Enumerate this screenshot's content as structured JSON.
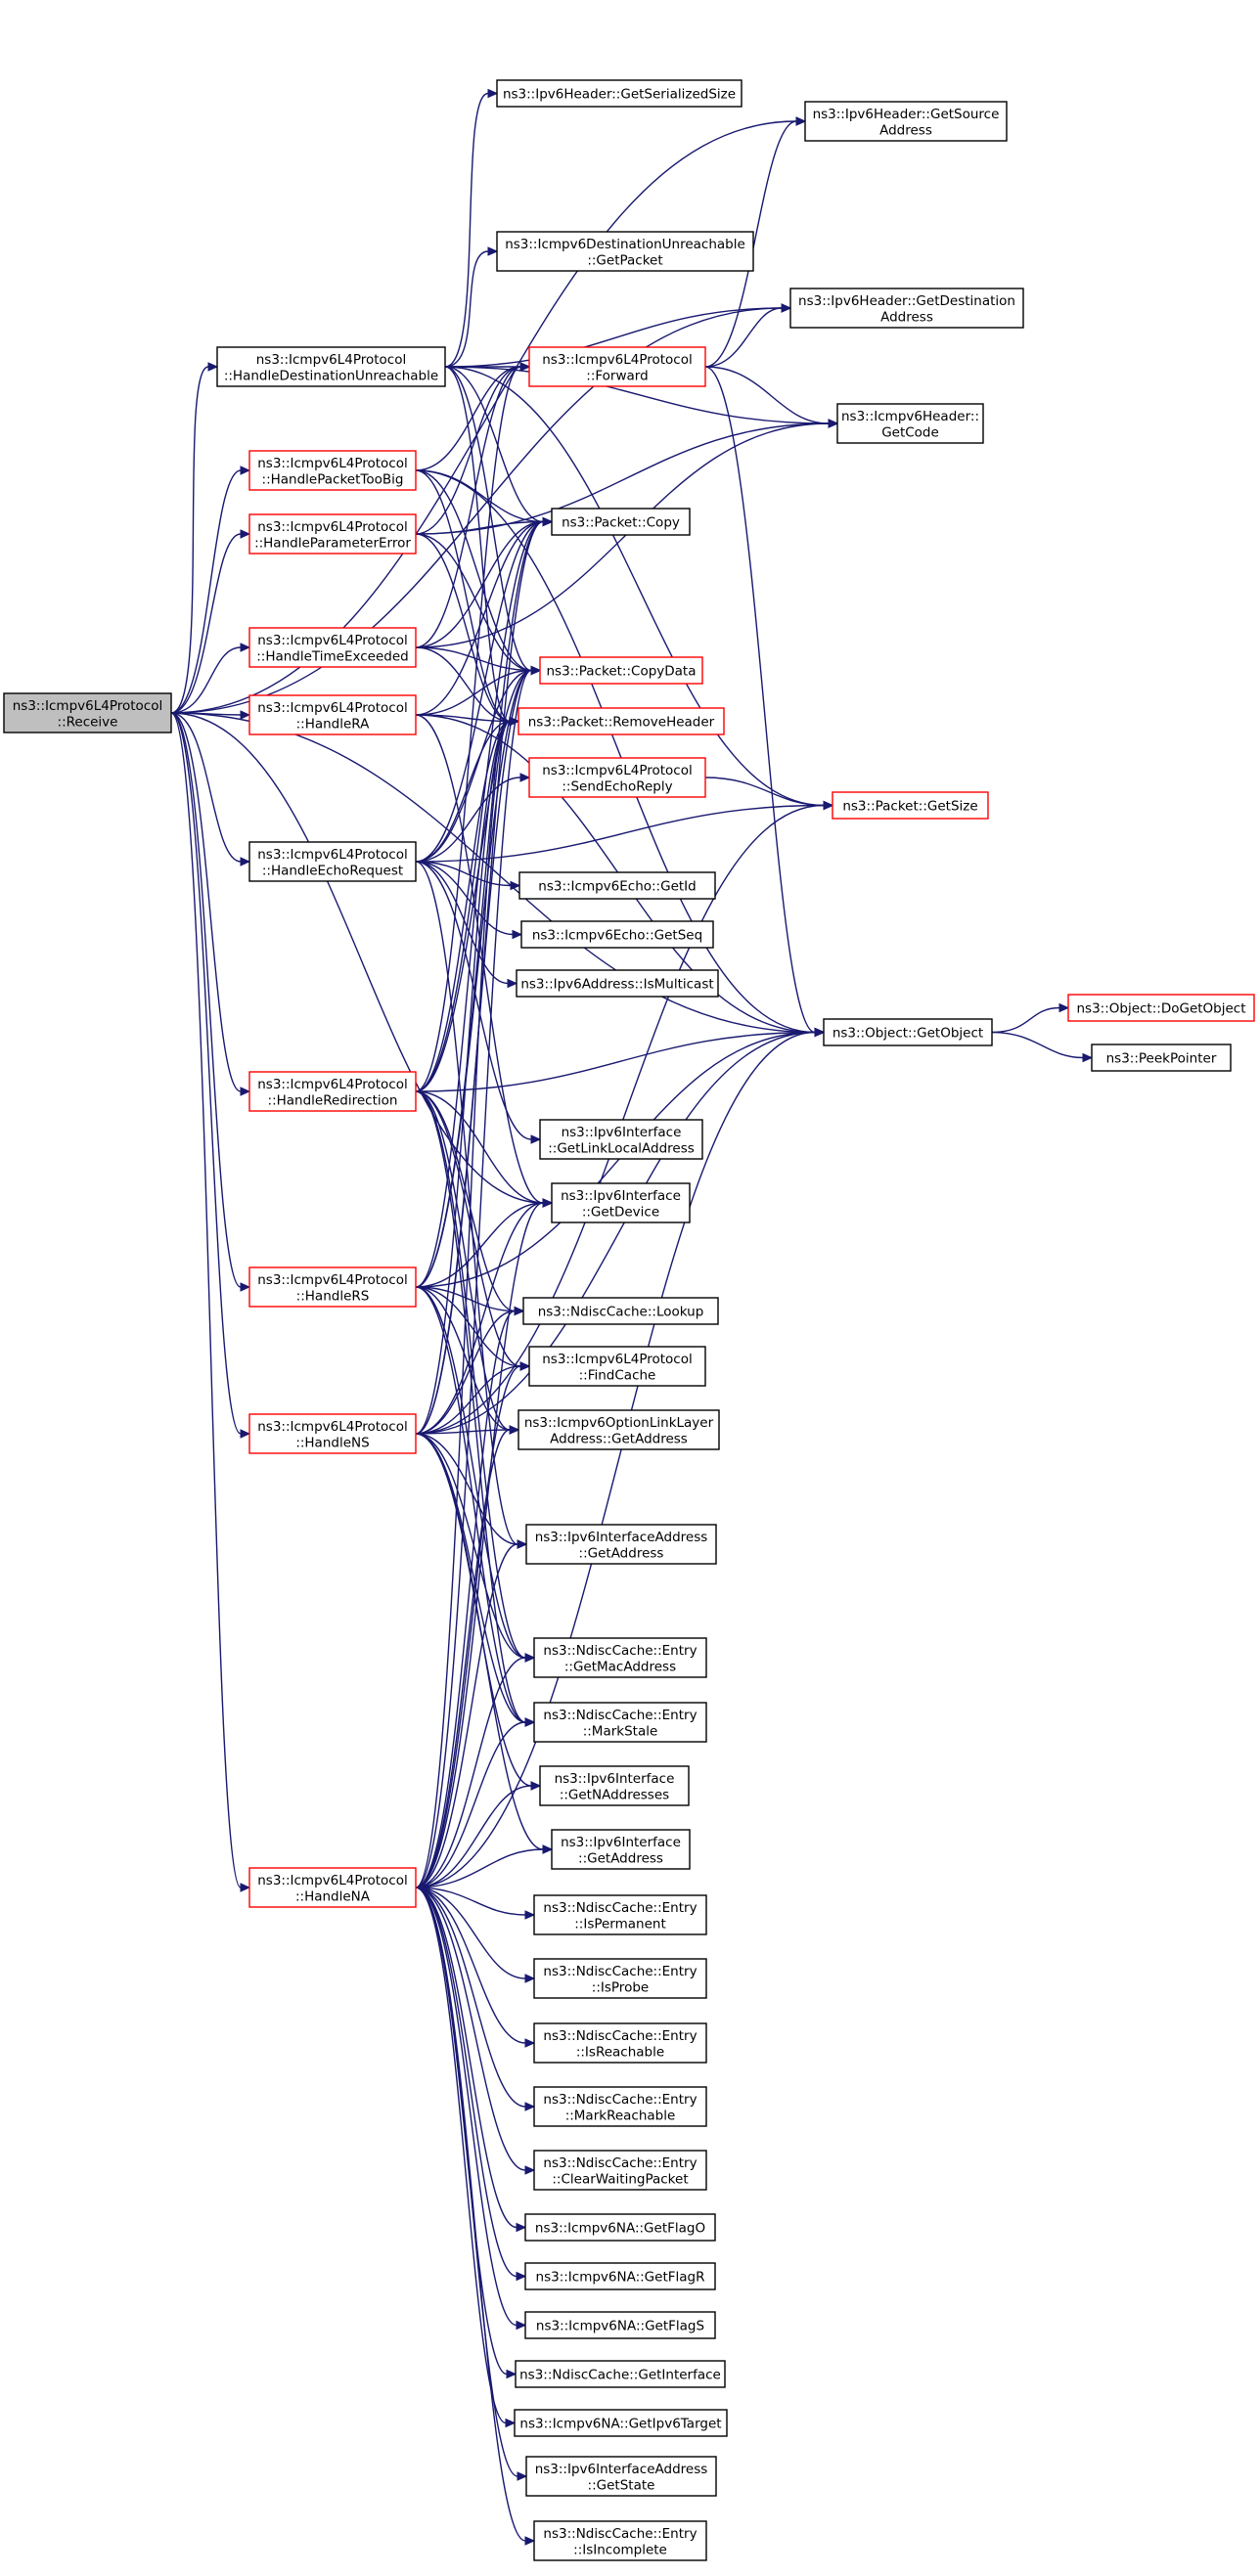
{
  "colors": {
    "edge": "#191970",
    "root_fill": "#bfbfbf",
    "box_border": "#000000",
    "red_border": "#ff0000",
    "background": "#ffffff"
  },
  "nodes": [
    {
      "id": "receive",
      "lines": [
        "ns3::Icmpv6L4Protocol",
        "::Receive"
      ],
      "style": "root"
    },
    {
      "id": "handle_dest_unreach",
      "lines": [
        "ns3::Icmpv6L4Protocol",
        "::HandleDestinationUnreachable"
      ],
      "style": "black"
    },
    {
      "id": "handle_packet_too_big",
      "lines": [
        "ns3::Icmpv6L4Protocol",
        "::HandlePacketTooBig"
      ],
      "style": "red"
    },
    {
      "id": "handle_param_error",
      "lines": [
        "ns3::Icmpv6L4Protocol",
        "::HandleParameterError"
      ],
      "style": "red"
    },
    {
      "id": "handle_time_exceeded",
      "lines": [
        "ns3::Icmpv6L4Protocol",
        "::HandleTimeExceeded"
      ],
      "style": "red"
    },
    {
      "id": "handle_ra",
      "lines": [
        "ns3::Icmpv6L4Protocol",
        "::HandleRA"
      ],
      "style": "red"
    },
    {
      "id": "handle_echo_request",
      "lines": [
        "ns3::Icmpv6L4Protocol",
        "::HandleEchoRequest"
      ],
      "style": "black"
    },
    {
      "id": "handle_redirection",
      "lines": [
        "ns3::Icmpv6L4Protocol",
        "::HandleRedirection"
      ],
      "style": "red"
    },
    {
      "id": "handle_rs",
      "lines": [
        "ns3::Icmpv6L4Protocol",
        "::HandleRS"
      ],
      "style": "red"
    },
    {
      "id": "handle_ns",
      "lines": [
        "ns3::Icmpv6L4Protocol",
        "::HandleNS"
      ],
      "style": "red"
    },
    {
      "id": "handle_na",
      "lines": [
        "ns3::Icmpv6L4Protocol",
        "::HandleNA"
      ],
      "style": "red"
    },
    {
      "id": "ipv6h_serialized_size",
      "lines": [
        "ns3::Ipv6Header::GetSerializedSize"
      ],
      "style": "black"
    },
    {
      "id": "dest_unreach_get_packet",
      "lines": [
        "ns3::Icmpv6DestinationUnreachable",
        "::GetPacket"
      ],
      "style": "black"
    },
    {
      "id": "forward",
      "lines": [
        "ns3::Icmpv6L4Protocol",
        "::Forward"
      ],
      "style": "red"
    },
    {
      "id": "packet_copy",
      "lines": [
        "ns3::Packet::Copy"
      ],
      "style": "black"
    },
    {
      "id": "packet_copy_data",
      "lines": [
        "ns3::Packet::CopyData"
      ],
      "style": "red"
    },
    {
      "id": "packet_remove_header",
      "lines": [
        "ns3::Packet::RemoveHeader"
      ],
      "style": "red"
    },
    {
      "id": "send_echo_reply",
      "lines": [
        "ns3::Icmpv6L4Protocol",
        "::SendEchoReply"
      ],
      "style": "red"
    },
    {
      "id": "echo_get_id",
      "lines": [
        "ns3::Icmpv6Echo::GetId"
      ],
      "style": "black"
    },
    {
      "id": "echo_get_seq",
      "lines": [
        "ns3::Icmpv6Echo::GetSeq"
      ],
      "style": "black"
    },
    {
      "id": "ipv6addr_is_multicast",
      "lines": [
        "ns3::Ipv6Address::IsMulticast"
      ],
      "style": "black"
    },
    {
      "id": "iface_link_local",
      "lines": [
        "ns3::Ipv6Interface",
        "::GetLinkLocalAddress"
      ],
      "style": "black"
    },
    {
      "id": "iface_get_device",
      "lines": [
        "ns3::Ipv6Interface",
        "::GetDevice"
      ],
      "style": "black"
    },
    {
      "id": "ndisc_lookup",
      "lines": [
        "ns3::NdiscCache::Lookup"
      ],
      "style": "black"
    },
    {
      "id": "find_cache",
      "lines": [
        "ns3::Icmpv6L4Protocol",
        "::FindCache"
      ],
      "style": "black"
    },
    {
      "id": "opt_linklayer_get_address",
      "lines": [
        "ns3::Icmpv6OptionLinkLayer",
        "Address::GetAddress"
      ],
      "style": "black"
    },
    {
      "id": "ifaceaddr_get_address",
      "lines": [
        "ns3::Ipv6InterfaceAddress",
        "::GetAddress"
      ],
      "style": "black"
    },
    {
      "id": "entry_get_mac",
      "lines": [
        "ns3::NdiscCache::Entry",
        "::GetMacAddress"
      ],
      "style": "black"
    },
    {
      "id": "entry_mark_stale",
      "lines": [
        "ns3::NdiscCache::Entry",
        "::MarkStale"
      ],
      "style": "black"
    },
    {
      "id": "iface_get_naddresses",
      "lines": [
        "ns3::Ipv6Interface",
        "::GetNAddresses"
      ],
      "style": "black"
    },
    {
      "id": "iface_get_address",
      "lines": [
        "ns3::Ipv6Interface",
        "::GetAddress"
      ],
      "style": "black"
    },
    {
      "id": "entry_is_permanent",
      "lines": [
        "ns3::NdiscCache::Entry",
        "::IsPermanent"
      ],
      "style": "black"
    },
    {
      "id": "entry_is_probe",
      "lines": [
        "ns3::NdiscCache::Entry",
        "::IsProbe"
      ],
      "style": "black"
    },
    {
      "id": "entry_is_reachable",
      "lines": [
        "ns3::NdiscCache::Entry",
        "::IsReachable"
      ],
      "style": "black"
    },
    {
      "id": "entry_mark_reachable",
      "lines": [
        "ns3::NdiscCache::Entry",
        "::MarkReachable"
      ],
      "style": "black"
    },
    {
      "id": "entry_clear_waiting",
      "lines": [
        "ns3::NdiscCache::Entry",
        "::ClearWaitingPacket"
      ],
      "style": "black"
    },
    {
      "id": "na_get_flag_o",
      "lines": [
        "ns3::Icmpv6NA::GetFlagO"
      ],
      "style": "black"
    },
    {
      "id": "na_get_flag_r",
      "lines": [
        "ns3::Icmpv6NA::GetFlagR"
      ],
      "style": "black"
    },
    {
      "id": "na_get_flag_s",
      "lines": [
        "ns3::Icmpv6NA::GetFlagS"
      ],
      "style": "black"
    },
    {
      "id": "ndisc_get_interface",
      "lines": [
        "ns3::NdiscCache::GetInterface"
      ],
      "style": "black"
    },
    {
      "id": "na_get_target",
      "lines": [
        "ns3::Icmpv6NA::GetIpv6Target"
      ],
      "style": "black"
    },
    {
      "id": "ifaceaddr_get_state",
      "lines": [
        "ns3::Ipv6InterfaceAddress",
        "::GetState"
      ],
      "style": "black"
    },
    {
      "id": "entry_is_incomplete",
      "lines": [
        "ns3::NdiscCache::Entry",
        "::IsIncomplete"
      ],
      "style": "black"
    },
    {
      "id": "ipv6h_get_source",
      "lines": [
        "ns3::Ipv6Header::GetSource",
        "Address"
      ],
      "style": "black"
    },
    {
      "id": "ipv6h_get_destination",
      "lines": [
        "ns3::Ipv6Header::GetDestination",
        "Address"
      ],
      "style": "black"
    },
    {
      "id": "icmpv6h_get_code",
      "lines": [
        "ns3::Icmpv6Header::",
        "GetCode"
      ],
      "style": "black"
    },
    {
      "id": "packet_get_size",
      "lines": [
        "ns3::Packet::GetSize"
      ],
      "style": "red"
    },
    {
      "id": "object_get_object",
      "lines": [
        "ns3::Object::GetObject"
      ],
      "style": "black"
    },
    {
      "id": "object_do_get_object",
      "lines": [
        "ns3::Object::DoGetObject"
      ],
      "style": "red"
    },
    {
      "id": "peek_pointer",
      "lines": [
        "ns3::PeekPointer"
      ],
      "style": "black"
    }
  ],
  "edges": [
    [
      "receive",
      "handle_dest_unreach"
    ],
    [
      "receive",
      "handle_packet_too_big"
    ],
    [
      "receive",
      "handle_param_error"
    ],
    [
      "receive",
      "handle_time_exceeded"
    ],
    [
      "receive",
      "handle_ra"
    ],
    [
      "receive",
      "handle_echo_request"
    ],
    [
      "receive",
      "handle_redirection"
    ],
    [
      "receive",
      "handle_rs"
    ],
    [
      "receive",
      "handle_ns"
    ],
    [
      "receive",
      "handle_na"
    ],
    [
      "receive",
      "ipv6h_get_source"
    ],
    [
      "receive",
      "ipv6h_get_destination"
    ],
    [
      "receive",
      "object_get_object"
    ],
    [
      "receive",
      "iface_get_device"
    ],
    [
      "handle_dest_unreach",
      "ipv6h_serialized_size"
    ],
    [
      "handle_dest_unreach",
      "dest_unreach_get_packet"
    ],
    [
      "handle_dest_unreach",
      "forward"
    ],
    [
      "handle_dest_unreach",
      "packet_copy"
    ],
    [
      "handle_dest_unreach",
      "packet_copy_data"
    ],
    [
      "handle_dest_unreach",
      "packet_remove_header"
    ],
    [
      "handle_dest_unreach",
      "icmpv6h_get_code"
    ],
    [
      "handle_dest_unreach",
      "packet_get_size"
    ],
    [
      "handle_dest_unreach",
      "ipv6h_get_destination"
    ],
    [
      "handle_packet_too_big",
      "forward"
    ],
    [
      "handle_packet_too_big",
      "packet_copy"
    ],
    [
      "handle_packet_too_big",
      "packet_copy_data"
    ],
    [
      "handle_packet_too_big",
      "packet_remove_header"
    ],
    [
      "handle_packet_too_big",
      "object_get_object"
    ],
    [
      "handle_param_error",
      "forward"
    ],
    [
      "handle_param_error",
      "packet_copy"
    ],
    [
      "handle_param_error",
      "packet_copy_data"
    ],
    [
      "handle_param_error",
      "packet_remove_header"
    ],
    [
      "handle_param_error",
      "icmpv6h_get_code"
    ],
    [
      "handle_time_exceeded",
      "forward"
    ],
    [
      "handle_time_exceeded",
      "packet_copy"
    ],
    [
      "handle_time_exceeded",
      "packet_copy_data"
    ],
    [
      "handle_time_exceeded",
      "packet_remove_header"
    ],
    [
      "handle_time_exceeded",
      "icmpv6h_get_code"
    ],
    [
      "handle_ra",
      "packet_copy_data"
    ],
    [
      "handle_ra",
      "packet_remove_header"
    ],
    [
      "handle_ra",
      "packet_copy"
    ],
    [
      "handle_ra",
      "object_get_object"
    ],
    [
      "handle_ra",
      "iface_get_device"
    ],
    [
      "handle_echo_request",
      "packet_copy"
    ],
    [
      "handle_echo_request",
      "packet_copy_data"
    ],
    [
      "handle_echo_request",
      "packet_remove_header"
    ],
    [
      "handle_echo_request",
      "send_echo_reply"
    ],
    [
      "handle_echo_request",
      "packet_get_size"
    ],
    [
      "handle_echo_request",
      "echo_get_id"
    ],
    [
      "handle_echo_request",
      "echo_get_seq"
    ],
    [
      "handle_echo_request",
      "ipv6addr_is_multicast"
    ],
    [
      "handle_echo_request",
      "iface_link_local"
    ],
    [
      "handle_echo_request",
      "ifaceaddr_get_address"
    ],
    [
      "handle_redirection",
      "object_get_object"
    ],
    [
      "handle_redirection",
      "packet_copy_data"
    ],
    [
      "handle_redirection",
      "packet_remove_header"
    ],
    [
      "handle_redirection",
      "packet_copy"
    ],
    [
      "handle_redirection",
      "forward"
    ],
    [
      "handle_redirection",
      "iface_get_device"
    ],
    [
      "handle_redirection",
      "ndisc_lookup"
    ],
    [
      "handle_redirection",
      "find_cache"
    ],
    [
      "handle_redirection",
      "opt_linklayer_get_address"
    ],
    [
      "handle_redirection",
      "entry_get_mac"
    ],
    [
      "handle_redirection",
      "entry_mark_stale"
    ],
    [
      "handle_rs",
      "iface_get_device"
    ],
    [
      "handle_rs",
      "ndisc_lookup"
    ],
    [
      "handle_rs",
      "find_cache"
    ],
    [
      "handle_rs",
      "opt_linklayer_get_address"
    ],
    [
      "handle_rs",
      "object_get_object"
    ],
    [
      "handle_rs",
      "packet_copy_data"
    ],
    [
      "handle_rs",
      "packet_remove_header"
    ],
    [
      "handle_rs",
      "packet_copy"
    ],
    [
      "handle_rs",
      "entry_get_mac"
    ],
    [
      "handle_rs",
      "entry_mark_stale"
    ],
    [
      "handle_ns",
      "iface_get_device"
    ],
    [
      "handle_ns",
      "ndisc_lookup"
    ],
    [
      "handle_ns",
      "find_cache"
    ],
    [
      "handle_ns",
      "opt_linklayer_get_address"
    ],
    [
      "handle_ns",
      "ifaceaddr_get_address"
    ],
    [
      "handle_ns",
      "entry_get_mac"
    ],
    [
      "handle_ns",
      "entry_mark_stale"
    ],
    [
      "handle_ns",
      "iface_get_naddresses"
    ],
    [
      "handle_ns",
      "iface_get_address"
    ],
    [
      "handle_ns",
      "object_get_object"
    ],
    [
      "handle_ns",
      "packet_get_size"
    ],
    [
      "handle_ns",
      "packet_copy_data"
    ],
    [
      "handle_ns",
      "packet_remove_header"
    ],
    [
      "handle_ns",
      "packet_copy"
    ],
    [
      "handle_na",
      "iface_get_device"
    ],
    [
      "handle_na",
      "ndisc_lookup"
    ],
    [
      "handle_na",
      "find_cache"
    ],
    [
      "handle_na",
      "opt_linklayer_get_address"
    ],
    [
      "handle_na",
      "ifaceaddr_get_address"
    ],
    [
      "handle_na",
      "entry_get_mac"
    ],
    [
      "handle_na",
      "entry_mark_stale"
    ],
    [
      "handle_na",
      "iface_get_naddresses"
    ],
    [
      "handle_na",
      "iface_get_address"
    ],
    [
      "handle_na",
      "entry_is_permanent"
    ],
    [
      "handle_na",
      "entry_is_probe"
    ],
    [
      "handle_na",
      "entry_is_reachable"
    ],
    [
      "handle_na",
      "entry_mark_reachable"
    ],
    [
      "handle_na",
      "entry_clear_waiting"
    ],
    [
      "handle_na",
      "na_get_flag_o"
    ],
    [
      "handle_na",
      "na_get_flag_r"
    ],
    [
      "handle_na",
      "na_get_flag_s"
    ],
    [
      "handle_na",
      "ndisc_get_interface"
    ],
    [
      "handle_na",
      "na_get_target"
    ],
    [
      "handle_na",
      "ifaceaddr_get_state"
    ],
    [
      "handle_na",
      "entry_is_incomplete"
    ],
    [
      "handle_na",
      "object_get_object"
    ],
    [
      "handle_na",
      "packet_copy_data"
    ],
    [
      "handle_na",
      "packet_remove_header"
    ],
    [
      "forward",
      "ipv6h_get_source"
    ],
    [
      "forward",
      "ipv6h_get_destination"
    ],
    [
      "forward",
      "icmpv6h_get_code"
    ],
    [
      "forward",
      "object_get_object"
    ],
    [
      "send_echo_reply",
      "packet_get_size"
    ],
    [
      "object_get_object",
      "object_do_get_object"
    ],
    [
      "object_get_object",
      "peek_pointer"
    ]
  ]
}
